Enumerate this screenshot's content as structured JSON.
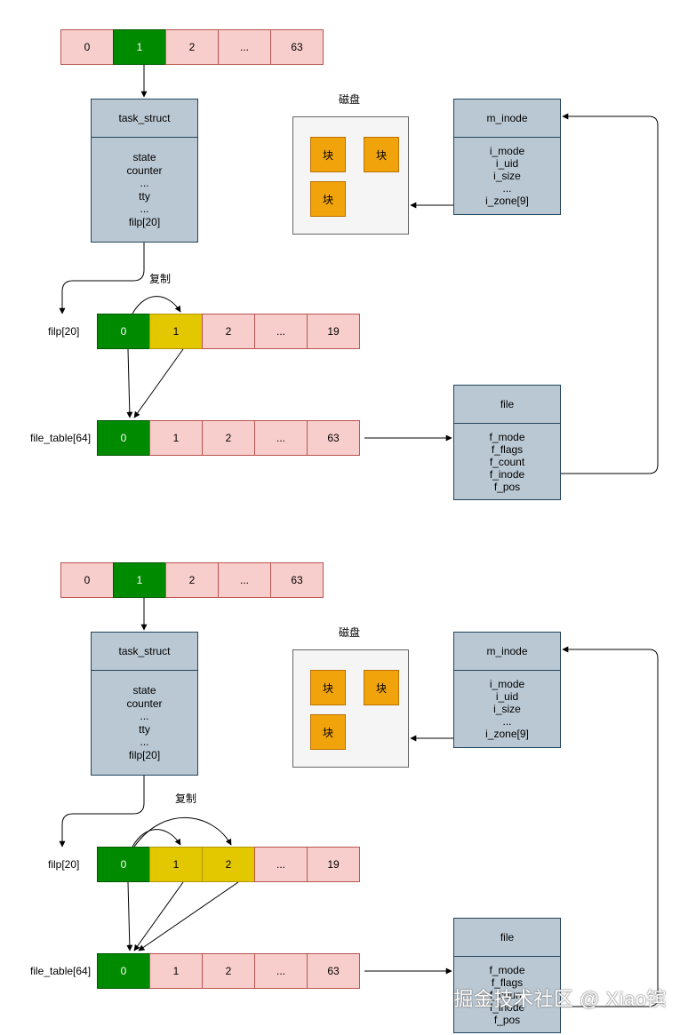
{
  "diagrams": [
    {
      "task_array": [
        "0",
        "1",
        "2",
        "...",
        "63"
      ],
      "task_struct": {
        "title": "task_struct",
        "fields": [
          "state",
          "counter",
          "...",
          "tty",
          "...",
          "filp[20]"
        ]
      },
      "disk": {
        "title": "磁盘",
        "blocks": [
          "块",
          "块",
          "块"
        ]
      },
      "m_inode": {
        "title": "m_inode",
        "fields": [
          "i_mode",
          "i_uid",
          "i_size",
          "...",
          "i_zone[9]"
        ]
      },
      "copy_label": "复制",
      "filp_label": "filp[20]",
      "filp_array": [
        "0",
        "1",
        "2",
        "...",
        "19"
      ],
      "file_table_label": "file_table[64]",
      "file_table_array": [
        "0",
        "1",
        "2",
        "...",
        "63"
      ],
      "file": {
        "title": "file",
        "fields": [
          "f_mode",
          "f_flags",
          "f_count",
          "f_inode",
          "f_pos"
        ]
      }
    },
    {
      "task_array": [
        "0",
        "1",
        "2",
        "...",
        "63"
      ],
      "task_struct": {
        "title": "task_struct",
        "fields": [
          "state",
          "counter",
          "...",
          "tty",
          "...",
          "filp[20]"
        ]
      },
      "disk": {
        "title": "磁盘",
        "blocks": [
          "块",
          "块",
          "块"
        ]
      },
      "m_inode": {
        "title": "m_inode",
        "fields": [
          "i_mode",
          "i_uid",
          "i_size",
          "...",
          "i_zone[9]"
        ]
      },
      "copy_label": "复制",
      "filp_label": "filp[20]",
      "filp_array": [
        "0",
        "1",
        "2",
        "...",
        "19"
      ],
      "file_table_label": "file_table[64]",
      "file_table_array": [
        "0",
        "1",
        "2",
        "...",
        "63"
      ],
      "file": {
        "title": "file",
        "fields": [
          "f_mode",
          "f_flags",
          "f_count",
          "f_inode",
          "f_pos"
        ]
      }
    }
  ],
  "watermark": "掘金技术社区 @ Xiao镔"
}
